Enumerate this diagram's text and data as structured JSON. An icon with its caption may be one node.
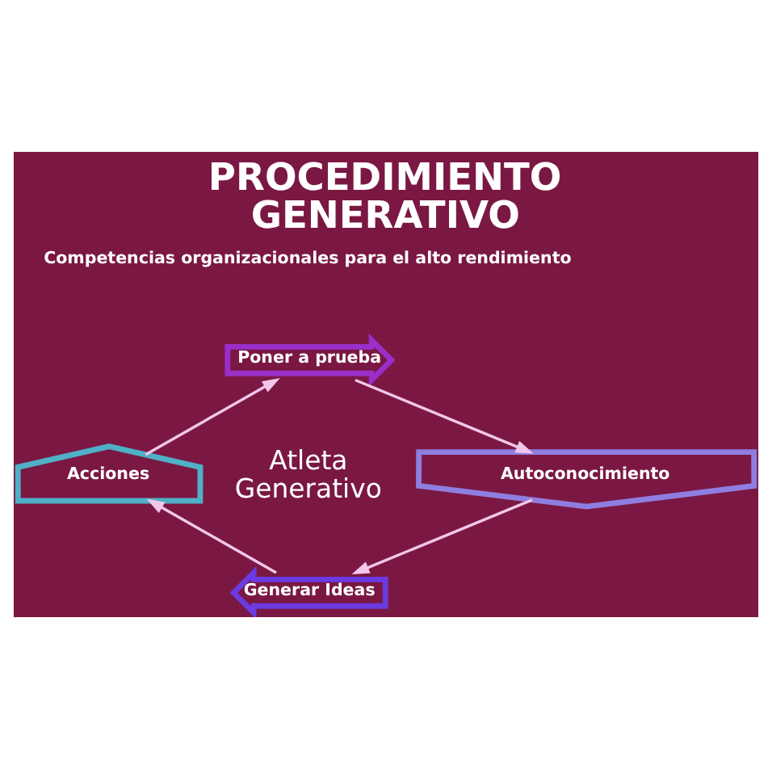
{
  "diagram": {
    "title": "PROCEDIMIENTO GENERATIVO",
    "nodes": [
      {
        "text": [
          "Poner a prueba"
        ]
      },
      {
        "text": [
          "Autoconocimiento"
        ]
      },
      {
        "text": [
          "Acciones"
        ]
      },
      {
        "text": [
          "Generar Ideas"
        ]
      }
    ],
    "edges": [
      {
        "from": 0,
        "to": 1,
        "arrow": "to"
      },
      {
        "from": 1,
        "to": 3,
        "arrow": "to"
      },
      {
        "from": 3,
        "to": 2,
        "arrow": "to"
      },
      {
        "from": 2,
        "to": 0,
        "arrow": "to"
      }
    ],
    "labels": [
      "Competencias organizacionales para el alto rendimiento",
      "Atleta Generativo"
    ]
  }
}
